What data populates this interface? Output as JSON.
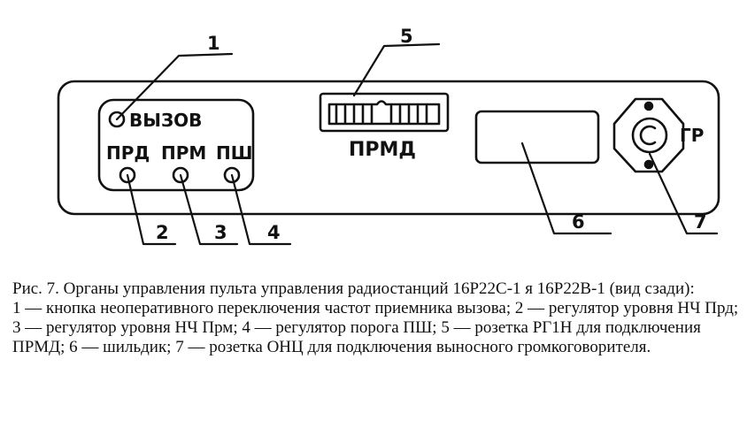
{
  "diagram": {
    "labels": {
      "call": "ВЫЗОВ",
      "transmit": "ПРД",
      "receive": "ПРМ",
      "squelch": "ПШ",
      "connector": "ПРМД",
      "speaker": "ГР"
    },
    "callouts": [
      "1",
      "2",
      "3",
      "4",
      "5",
      "6",
      "7"
    ]
  },
  "caption": {
    "title": "Рис. 7. Органы управления пульта управления радиостанций 16Р22С-1 я 16Р22В-1 (вид сзади):",
    "legend": "1 — кнопка неоперативного переключения частот приемника вызова; 2 — регулятор уровня НЧ Прд; 3 — регулятор уровня НЧ Прм; 4 — регулятор порога ПШ; 5 — розетка РГ1Н для подключения ПРМД; 6 — шильдик; 7 — розетка ОНЦ для подключения выносного громкоговорителя."
  }
}
